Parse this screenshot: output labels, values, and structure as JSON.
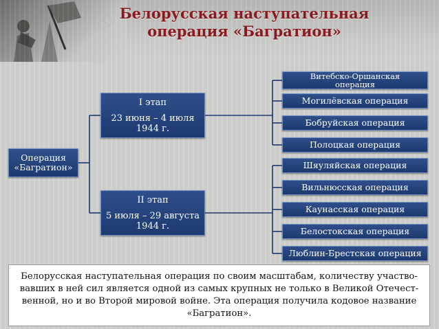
{
  "title": {
    "line1": "Белорусская наступательная",
    "line2": "операция «Багратион»"
  },
  "root": {
    "line1": "Операция",
    "line2": "«Багратион»"
  },
  "stage1": {
    "label": "I этап",
    "dates_line1": "23 июня – 4 июля",
    "dates_line2": "1944 г."
  },
  "stage2": {
    "label": "II этап",
    "dates_line1": "5 июля – 29 августа",
    "dates_line2": "1944 г."
  },
  "stage1_operations": [
    {
      "line1": "Витебско-Оршанская",
      "line2": "операция"
    },
    {
      "line1": "Могилёвская операция"
    },
    {
      "line1": "Бобруйская операция"
    },
    {
      "line1": "Полоцкая операция"
    }
  ],
  "stage2_operations": [
    {
      "line1": "Шяуляйская операция"
    },
    {
      "line1": "Вильнюсская операция"
    },
    {
      "line1": "Каунасская операция"
    },
    {
      "line1": "Белостокская операция"
    },
    {
      "line1": "Люблин-Брестская операция"
    }
  ],
  "summary": {
    "line1": "Белорусская наступательная операция по своим масштабам, количеству участво-",
    "line2": "вавших в ней сил является одной из самых крупных не только в Великой Отечест-",
    "line3": "венной, но и во Второй мировой войне. Эта операция получила кодовое название",
    "line4": "«Багратион»."
  },
  "colors": {
    "title": "#8a1a1f",
    "node_fill": "#1d3a70",
    "node_border": "#6d8fc8",
    "connector": "#1d3a70"
  }
}
